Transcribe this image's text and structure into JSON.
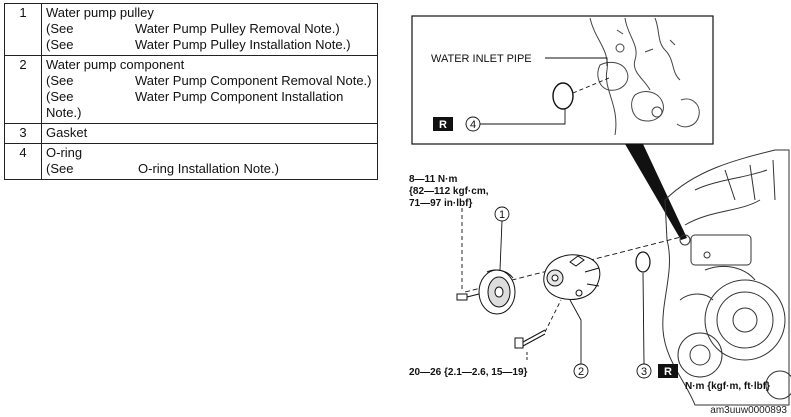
{
  "parts": [
    {
      "num": "1",
      "name": "Water pump pulley",
      "refs": [
        {
          "see": "(See",
          "text": "Water Pump Pulley Removal Note.)"
        },
        {
          "see": "(See",
          "text": "Water Pump Pulley Installation Note.)"
        }
      ]
    },
    {
      "num": "2",
      "name": "Water pump component",
      "refs": [
        {
          "see": "(See",
          "text": "Water Pump Component Removal Note.)"
        },
        {
          "see": "(See",
          "text": "Water Pump Component Installation Note.)"
        }
      ]
    },
    {
      "num": "3",
      "name": "Gasket",
      "refs": []
    },
    {
      "num": "4",
      "name": "O-ring",
      "refs": [
        {
          "see": "(See",
          "text": "O-ring Installation Note.)",
          "wide": true
        }
      ]
    }
  ],
  "diagram": {
    "inset_label": "WATER INLET PIPE",
    "r_badge": "R",
    "callouts": [
      "1",
      "2",
      "3",
      "4"
    ],
    "torque_top": [
      "8—11 N·m",
      "{82—112 kgf·cm,",
      "71—97 in·lbf}"
    ],
    "torque_bottom": "20—26 {2.1—2.6, 15—19}",
    "unit_legend": "N·m {kgf·m, ft·lbf}"
  },
  "image_code": "am3uuw0000893"
}
